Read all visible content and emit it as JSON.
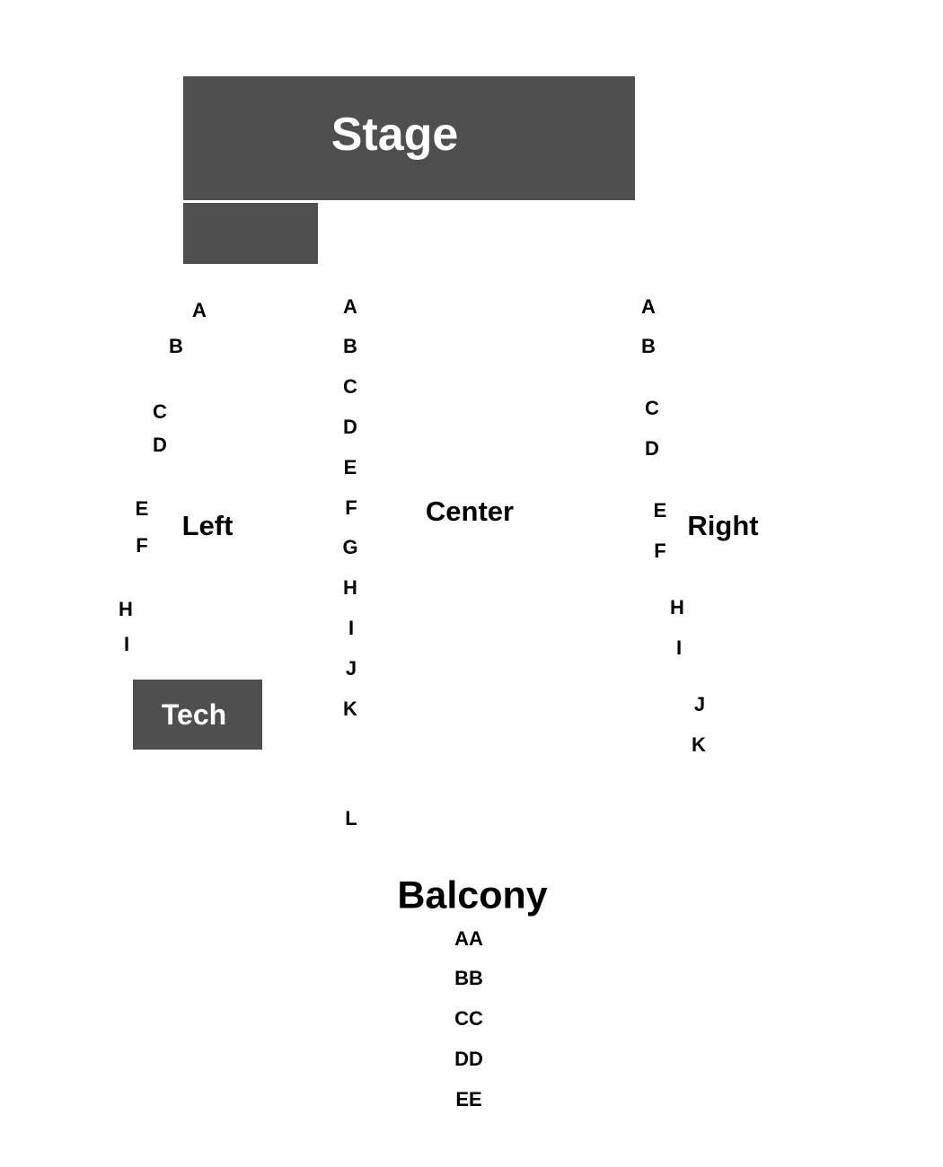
{
  "stage": {
    "label": "Stage"
  },
  "tech": {
    "label": "Tech"
  },
  "sections": {
    "left": "Left",
    "center": "Center",
    "right": "Right",
    "balcony": "Balcony"
  },
  "rows": {
    "left": [
      "A",
      "B",
      "C",
      "D",
      "E",
      "F",
      "H",
      "I"
    ],
    "center": [
      "A",
      "B",
      "C",
      "D",
      "E",
      "F",
      "G",
      "H",
      "I",
      "J",
      "K",
      "L"
    ],
    "right": [
      "A",
      "B",
      "C",
      "D",
      "E",
      "F",
      "H",
      "I",
      "J",
      "K"
    ],
    "balcony": [
      "AA",
      "BB",
      "CC",
      "DD",
      "EE"
    ]
  },
  "colors": {
    "block": "#4f4f4f",
    "block_text": "#ffffff",
    "text": "#000000"
  }
}
